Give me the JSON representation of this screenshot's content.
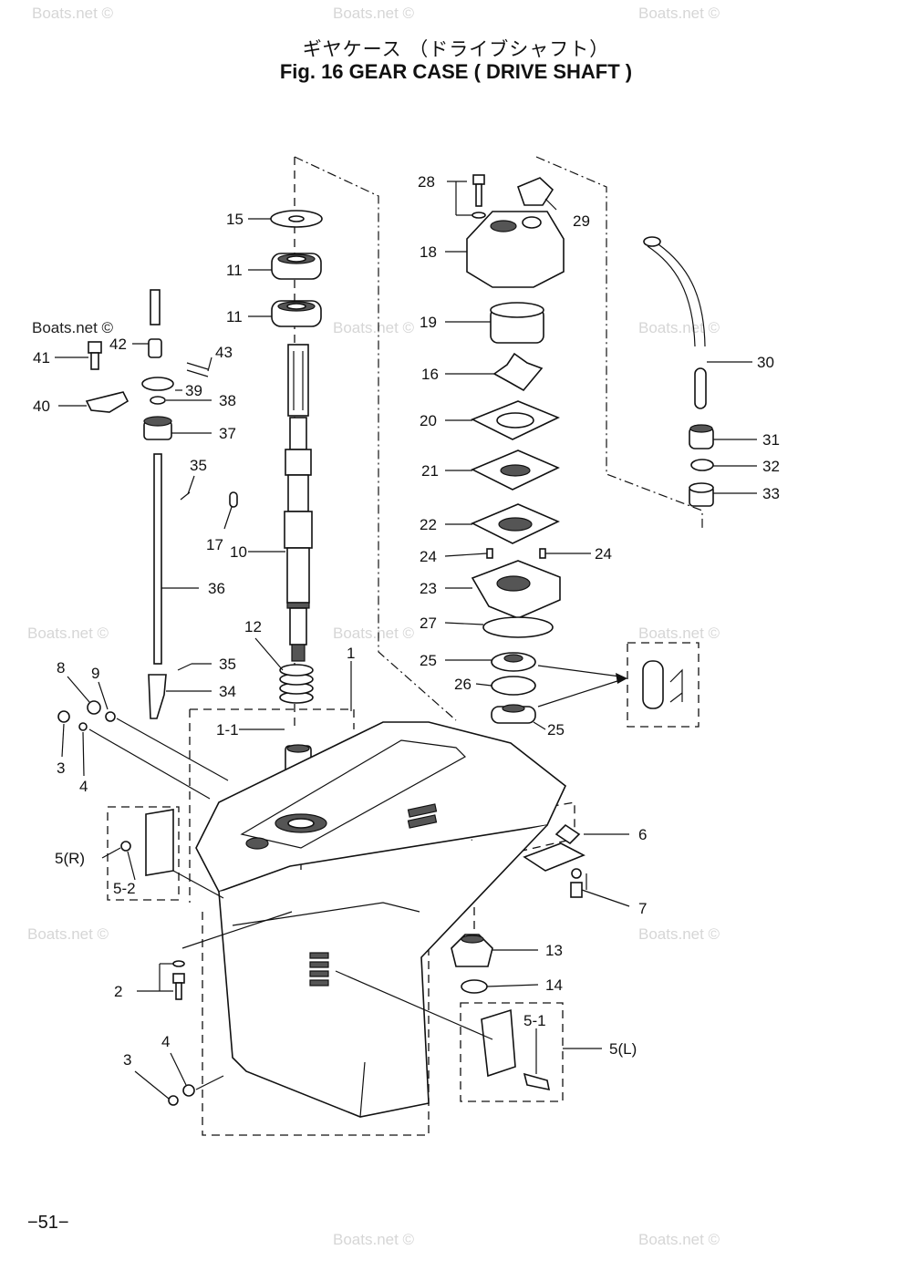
{
  "header": {
    "title_jp": "ギヤケース （ドライブシャフト）",
    "title_en": "Fig. 16   GEAR CASE ( DRIVE SHAFT )"
  },
  "footer": {
    "page_number": "−51−"
  },
  "watermark": "Boats.net ©",
  "callouts": [
    "15",
    "11",
    "11",
    "10",
    "12",
    "17",
    "1",
    "1-1",
    "28",
    "29",
    "18",
    "19",
    "16",
    "20",
    "21",
    "22",
    "24",
    "24",
    "23",
    "27",
    "25",
    "26",
    "25",
    "30",
    "31",
    "32",
    "33",
    "41",
    "42",
    "43",
    "39",
    "40",
    "38",
    "37",
    "35",
    "36",
    "35",
    "34",
    "8",
    "9",
    "3",
    "4",
    "5(R)",
    "5-2",
    "6",
    "7",
    "2",
    "3",
    "4",
    "13",
    "14",
    "5-1",
    "5(L)"
  ]
}
